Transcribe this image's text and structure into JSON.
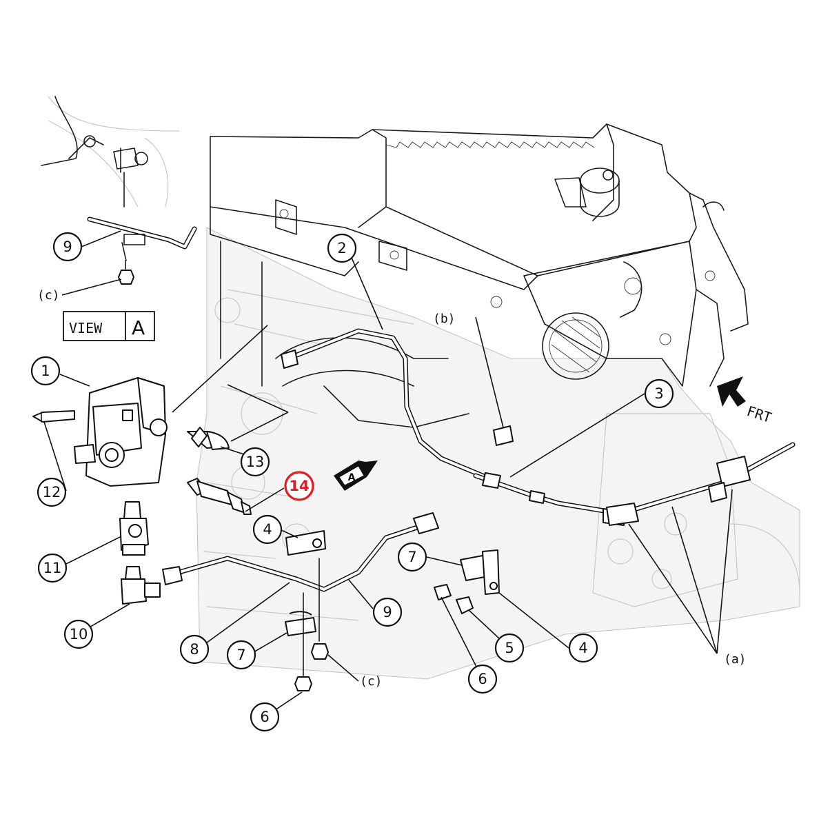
{
  "diagram": {
    "callouts": [
      {
        "id": "c1",
        "label": "1"
      },
      {
        "id": "c2",
        "label": "2"
      },
      {
        "id": "c3",
        "label": "3"
      },
      {
        "id": "c4a",
        "label": "4"
      },
      {
        "id": "c4b",
        "label": "4"
      },
      {
        "id": "c5",
        "label": "5"
      },
      {
        "id": "c6a",
        "label": "6"
      },
      {
        "id": "c6b",
        "label": "6"
      },
      {
        "id": "c7a",
        "label": "7"
      },
      {
        "id": "c7b",
        "label": "7"
      },
      {
        "id": "c8",
        "label": "8"
      },
      {
        "id": "c9a",
        "label": "9"
      },
      {
        "id": "c9b",
        "label": "9"
      },
      {
        "id": "c10",
        "label": "10"
      },
      {
        "id": "c11",
        "label": "11"
      },
      {
        "id": "c12",
        "label": "12"
      },
      {
        "id": "c13",
        "label": "13"
      },
      {
        "id": "c14",
        "label": "14"
      }
    ],
    "references": {
      "a": "(a)",
      "b": "(b)",
      "c_top": "(c)",
      "c_bottom": "(c)"
    },
    "view_label": {
      "word": "VIEW",
      "letter": "A"
    },
    "view_arrow_letter": "A",
    "front_indicator": "FRT",
    "highlight_color": "#e31b23"
  }
}
